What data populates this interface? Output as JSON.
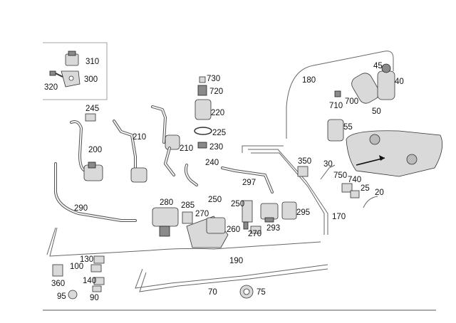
{
  "diagram": {
    "labels": [
      {
        "id": "310",
        "text": "310"
      },
      {
        "id": "300",
        "text": "300"
      },
      {
        "id": "320",
        "text": "320"
      },
      {
        "id": "730",
        "text": "730"
      },
      {
        "id": "720",
        "text": "720"
      },
      {
        "id": "220",
        "text": "220"
      },
      {
        "id": "225",
        "text": "225"
      },
      {
        "id": "230",
        "text": "230"
      },
      {
        "id": "240",
        "text": "240"
      },
      {
        "id": "245",
        "text": "245"
      },
      {
        "id": "200",
        "text": "200"
      },
      {
        "id": "210a",
        "text": "210"
      },
      {
        "id": "210b",
        "text": "210"
      },
      {
        "id": "180",
        "text": "180"
      },
      {
        "id": "45",
        "text": "45"
      },
      {
        "id": "40",
        "text": "40"
      },
      {
        "id": "710",
        "text": "710"
      },
      {
        "id": "700",
        "text": "700"
      },
      {
        "id": "50",
        "text": "50"
      },
      {
        "id": "55",
        "text": "55"
      },
      {
        "id": "350",
        "text": "350"
      },
      {
        "id": "30",
        "text": "30"
      },
      {
        "id": "750",
        "text": "750"
      },
      {
        "id": "740",
        "text": "740"
      },
      {
        "id": "25",
        "text": "25"
      },
      {
        "id": "20",
        "text": "20"
      },
      {
        "id": "297",
        "text": "297"
      },
      {
        "id": "280",
        "text": "280"
      },
      {
        "id": "285",
        "text": "285"
      },
      {
        "id": "250a",
        "text": "250"
      },
      {
        "id": "250b",
        "text": "250"
      },
      {
        "id": "270a",
        "text": "270"
      },
      {
        "id": "260",
        "text": "260"
      },
      {
        "id": "270b",
        "text": "270"
      },
      {
        "id": "293",
        "text": "293"
      },
      {
        "id": "295",
        "text": "295"
      },
      {
        "id": "170",
        "text": "170"
      },
      {
        "id": "290",
        "text": "290"
      },
      {
        "id": "190",
        "text": "190"
      },
      {
        "id": "130",
        "text": "130"
      },
      {
        "id": "100",
        "text": "100"
      },
      {
        "id": "360",
        "text": "360"
      },
      {
        "id": "140",
        "text": "140"
      },
      {
        "id": "95",
        "text": "95"
      },
      {
        "id": "90",
        "text": "90"
      },
      {
        "id": "70",
        "text": "70"
      },
      {
        "id": "75",
        "text": "75"
      }
    ]
  }
}
